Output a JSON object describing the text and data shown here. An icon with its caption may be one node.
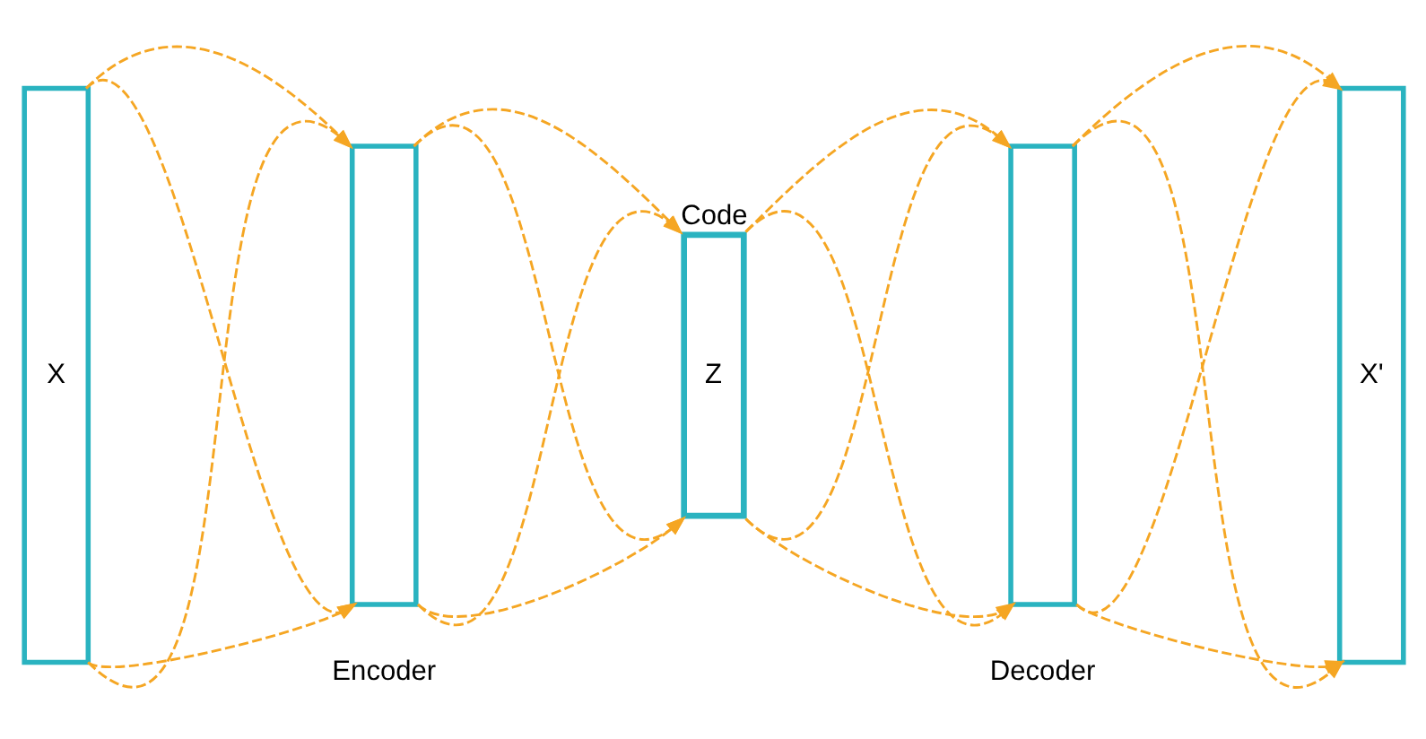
{
  "diagram": {
    "nodes": [
      {
        "text": [
          "X"
        ]
      },
      {
        "text": [],
        "shape": "box"
      },
      {
        "text": [
          "Z"
        ],
        "beside": [
          "Code"
        ]
      },
      {
        "text": [],
        "shape": "box"
      },
      {
        "text": [
          "X'"
        ]
      }
    ],
    "edges": [
      {
        "from": 0,
        "to": 1,
        "arrow": "to",
        "style": "dashed"
      },
      {
        "from": 0,
        "to": 1,
        "arrow": "to",
        "style": "dashed"
      },
      {
        "from": 0,
        "to": 1,
        "arrow": "to",
        "style": "dashed"
      },
      {
        "from": 0,
        "to": 1,
        "arrow": "to",
        "style": "dashed"
      },
      {
        "from": 1,
        "to": 2,
        "arrow": "to",
        "style": "dashed"
      },
      {
        "from": 1,
        "to": 2,
        "arrow": "to",
        "style": "dashed"
      },
      {
        "from": 1,
        "to": 2,
        "arrow": "to",
        "style": "dashed"
      },
      {
        "from": 1,
        "to": 2,
        "arrow": "to",
        "style": "dashed"
      },
      {
        "from": 2,
        "to": 3,
        "arrow": "to",
        "style": "dashed"
      },
      {
        "from": 2,
        "to": 3,
        "arrow": "to",
        "style": "dashed"
      },
      {
        "from": 2,
        "to": 3,
        "arrow": "to",
        "style": "dashed"
      },
      {
        "from": 2,
        "to": 3,
        "arrow": "to",
        "style": "dashed"
      },
      {
        "from": 3,
        "to": 4,
        "arrow": "to",
        "style": "dashed"
      },
      {
        "from": 3,
        "to": 4,
        "arrow": "to",
        "style": "dashed"
      },
      {
        "from": 3,
        "to": 4,
        "arrow": "to",
        "style": "dashed"
      },
      {
        "from": 3,
        "to": 4,
        "arrow": "to",
        "style": "dashed"
      }
    ],
    "labels": [
      "Encoder",
      "Decoder"
    ]
  }
}
